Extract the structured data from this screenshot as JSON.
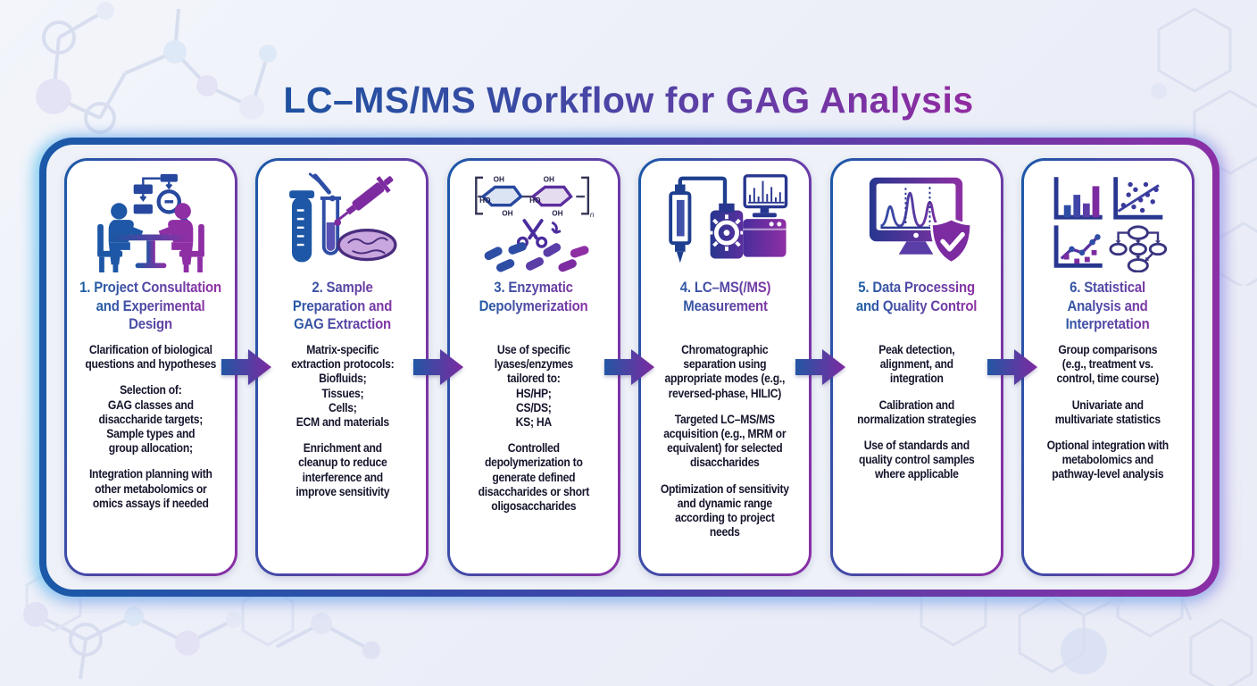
{
  "title": "LC–MS/MS Workflow for GAG Analysis",
  "colors": {
    "accent_blue": "#1b59a8",
    "accent_purple": "#8b2fa6",
    "title_gradient_start": "#15549e",
    "title_gradient_end": "#a1249e",
    "body_text": "#15152c",
    "card_background": "#ffffff",
    "page_background": "#edf0f8",
    "frame_glow_cyan": "#8fd4f0"
  },
  "arrow": {
    "icon": "flow-arrow-icon"
  },
  "steps": [
    {
      "icon": "consultation-icon",
      "title": [
        "1. Project Consultation",
        "and Experimental",
        "Design"
      ],
      "paragraphs": [
        [
          "Clarification of biological",
          "questions and hypotheses"
        ],
        [
          "Selection of:",
          "GAG classes and",
          "disaccharide targets;",
          "Sample types and",
          "group allocation;"
        ],
        [
          "Integration planning with",
          "other metabolomics or",
          "omics assays if needed"
        ]
      ]
    },
    {
      "icon": "sample-prep-icon",
      "title": [
        "2. Sample",
        "Preparation and",
        "GAG Extraction"
      ],
      "paragraphs": [
        [
          "Matrix-specific",
          "extraction protocols:",
          "Biofluids;",
          "Tissues;",
          "Cells;",
          "ECM and materials"
        ],
        [
          "Enrichment and",
          "cleanup to reduce",
          "interference and",
          "improve sensitivity"
        ]
      ]
    },
    {
      "icon": "enzyme-scissors-icon",
      "title": [
        "3. Enzymatic",
        "Depolymerization"
      ],
      "paragraphs": [
        [
          "Use of specific",
          "lyases/enzymes",
          "tailored to:",
          "HS/HP;",
          "CS/DS;",
          "KS; HA"
        ],
        [
          "Controlled",
          "depolymerization to",
          "generate defined",
          "disaccharides or short",
          "oligosaccharides"
        ]
      ]
    },
    {
      "icon": "lcms-instrument-icon",
      "title": [
        "4. LC–MS(/MS)",
        "Measurement"
      ],
      "paragraphs": [
        [
          "Chromatographic",
          "separation using",
          "appropriate modes (e.g.,",
          "reversed-phase, HILIC)"
        ],
        [
          "Targeted LC–MS/MS",
          "acquisition (e.g., MRM or",
          "equivalent) for selected",
          "disaccharides"
        ],
        [
          "Optimization of sensitivity",
          "and dynamic range",
          "according to project",
          "needs"
        ]
      ]
    },
    {
      "icon": "data-qc-icon",
      "title": [
        "5. Data Processing",
        "and Quality Control"
      ],
      "paragraphs": [
        [
          "Peak detection,",
          "alignment, and",
          "integration"
        ],
        [
          "Calibration and",
          "normalization strategies"
        ],
        [
          "Use of standards and",
          "quality control samples",
          "where applicable"
        ]
      ]
    },
    {
      "icon": "statistics-icon",
      "title": [
        "6. Statistical",
        "Analysis and",
        "Interpretation"
      ],
      "paragraphs": [
        [
          "Group comparisons",
          "(e.g., treatment vs.",
          "control, time course)"
        ],
        [
          "Univariate and",
          "multivariate statistics"
        ],
        [
          "Optional integration with",
          "metabolomics and",
          "pathway-level analysis"
        ]
      ]
    }
  ]
}
